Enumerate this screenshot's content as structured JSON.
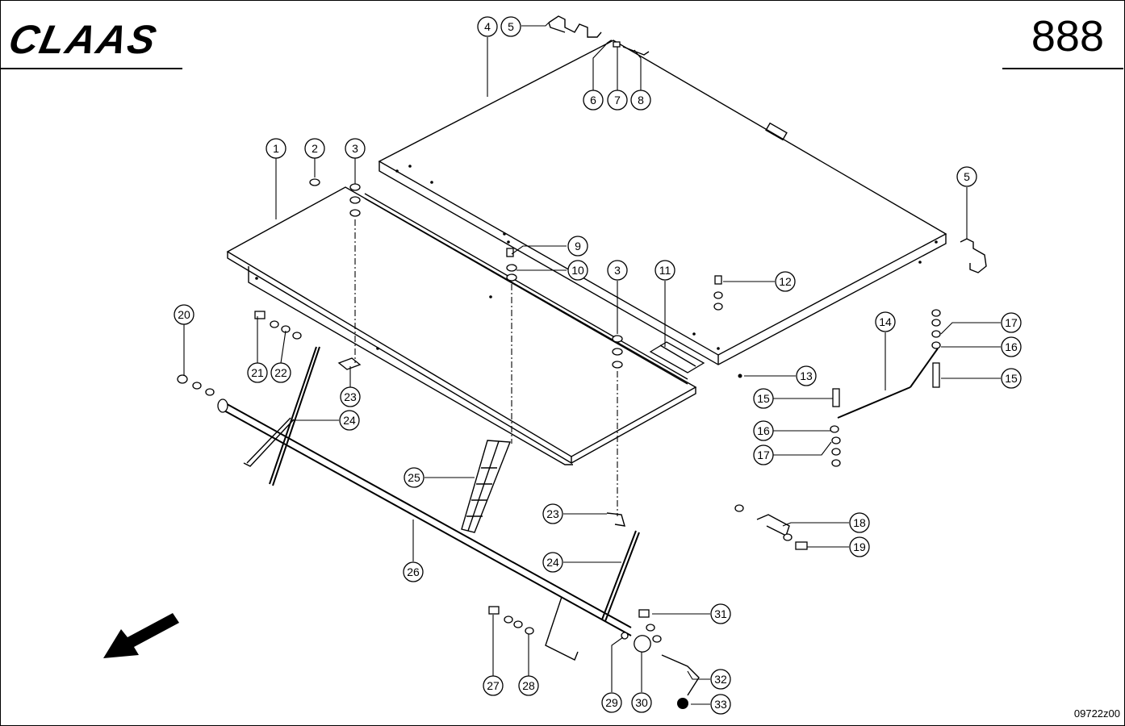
{
  "header": {
    "brand": "CLAAS",
    "page_number": "888"
  },
  "footer": {
    "drawing_code": "09722z00"
  },
  "callouts": [
    {
      "id": "c1",
      "label": "1"
    },
    {
      "id": "c2",
      "label": "2"
    },
    {
      "id": "c3a",
      "label": "3"
    },
    {
      "id": "c4",
      "label": "4"
    },
    {
      "id": "c5a",
      "label": "5"
    },
    {
      "id": "c6",
      "label": "6"
    },
    {
      "id": "c7",
      "label": "7"
    },
    {
      "id": "c8",
      "label": "8"
    },
    {
      "id": "c5b",
      "label": "5"
    },
    {
      "id": "c9",
      "label": "9"
    },
    {
      "id": "c10",
      "label": "10"
    },
    {
      "id": "c3b",
      "label": "3"
    },
    {
      "id": "c11",
      "label": "11"
    },
    {
      "id": "c12",
      "label": "12"
    },
    {
      "id": "c14",
      "label": "14"
    },
    {
      "id": "c17a",
      "label": "17"
    },
    {
      "id": "c16a",
      "label": "16"
    },
    {
      "id": "c15a",
      "label": "15"
    },
    {
      "id": "c13",
      "label": "13"
    },
    {
      "id": "c15b",
      "label": "15"
    },
    {
      "id": "c16b",
      "label": "16"
    },
    {
      "id": "c17b",
      "label": "17"
    },
    {
      "id": "c18",
      "label": "18"
    },
    {
      "id": "c19",
      "label": "19"
    },
    {
      "id": "c20",
      "label": "20"
    },
    {
      "id": "c21",
      "label": "21"
    },
    {
      "id": "c22",
      "label": "22"
    },
    {
      "id": "c23a",
      "label": "23"
    },
    {
      "id": "c24a",
      "label": "24"
    },
    {
      "id": "c25",
      "label": "25"
    },
    {
      "id": "c23b",
      "label": "23"
    },
    {
      "id": "c24b",
      "label": "24"
    },
    {
      "id": "c26",
      "label": "26"
    },
    {
      "id": "c31",
      "label": "31"
    },
    {
      "id": "c32",
      "label": "32"
    },
    {
      "id": "c33",
      "label": "33"
    },
    {
      "id": "c27",
      "label": "27"
    },
    {
      "id": "c28",
      "label": "28"
    },
    {
      "id": "c29",
      "label": "29"
    },
    {
      "id": "c30",
      "label": "30"
    }
  ]
}
